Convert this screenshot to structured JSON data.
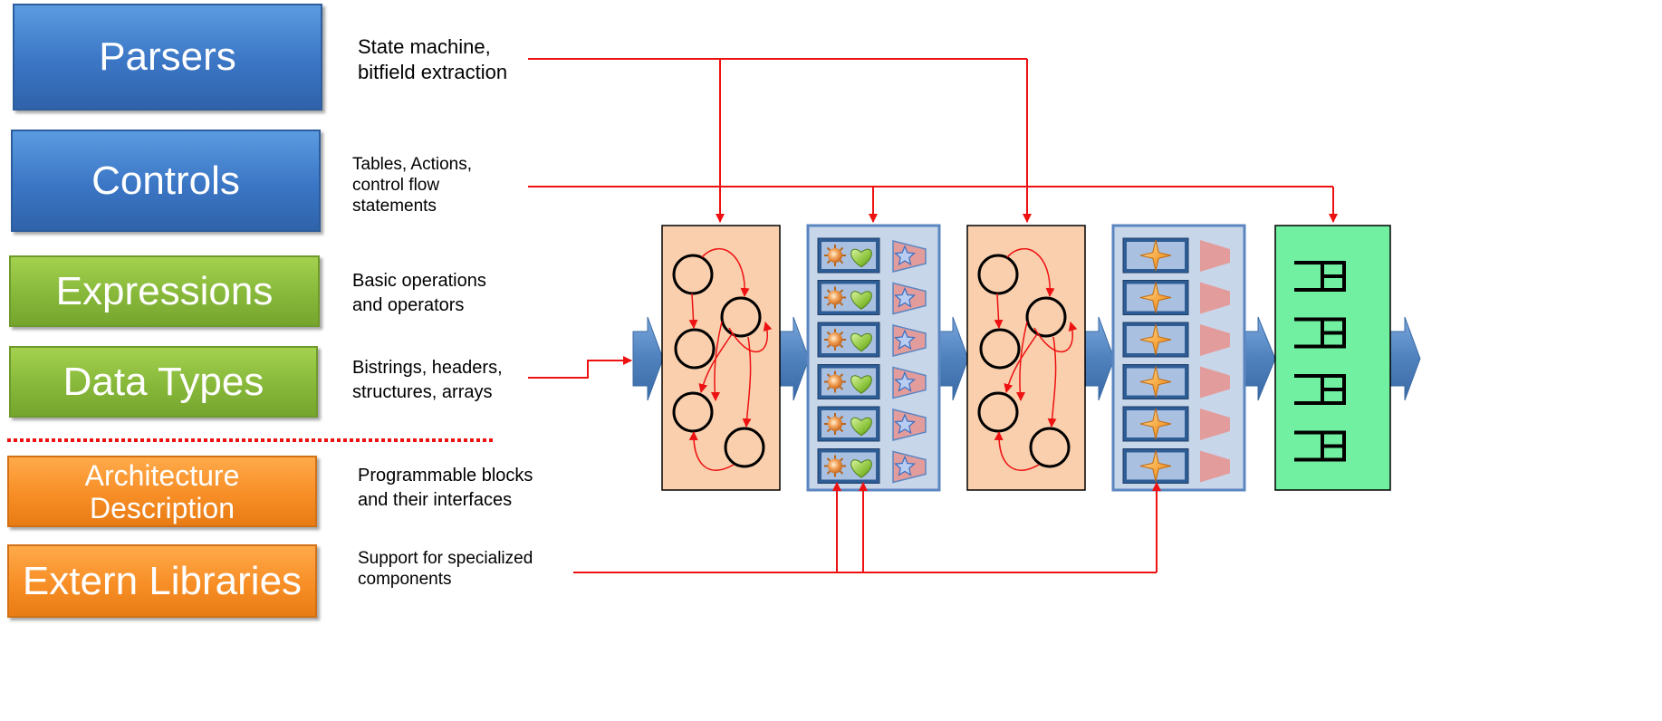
{
  "colors": {
    "connector": "#ee1111",
    "parser_fill": "#f9cfad",
    "table_fill": "#c8d6ea",
    "table_border": "#5b86c0",
    "deparser_fill": "#70f0a0",
    "flow_arrow": "#4f81bd"
  },
  "left_boxes": [
    {
      "label": "Parsers",
      "description": "State machine,\nbitfield extraction"
    },
    {
      "label": "Controls",
      "description": "Tables, Actions,\ncontrol flow\nstatements"
    },
    {
      "label": "Expressions",
      "description": "Basic operations\nand operators"
    },
    {
      "label": "Data Types",
      "description": "Bistrings, headers,\nstructures, arrays"
    },
    {
      "label": "Architecture\nDescription",
      "description": "Programmable blocks\nand their interfaces"
    },
    {
      "label": "Extern Libraries",
      "description": "Support for specialized\ncomponents"
    }
  ],
  "pipeline": [
    {
      "stage": "parser",
      "states": 5
    },
    {
      "stage": "match-action",
      "entries": 6,
      "icons": [
        "sun-icon",
        "heart-icon",
        "star-icon"
      ]
    },
    {
      "stage": "parser",
      "states": 5
    },
    {
      "stage": "match-action",
      "entries": 6,
      "icons": [
        "four-point-star-icon"
      ]
    },
    {
      "stage": "deparser",
      "queues": 4
    }
  ]
}
